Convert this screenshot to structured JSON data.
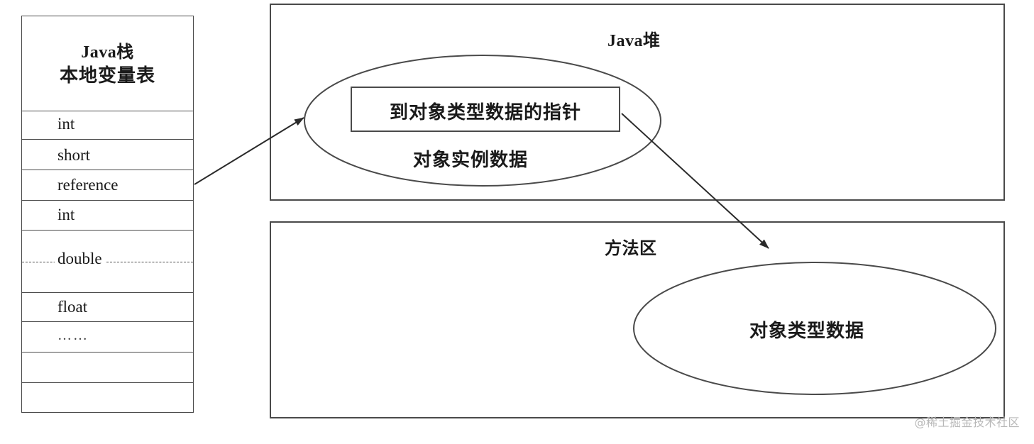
{
  "java_stack": {
    "title_line1": "Java栈",
    "title_line2": "本地变量表",
    "slots": [
      {
        "label": "int"
      },
      {
        "label": "short"
      },
      {
        "label": "reference"
      },
      {
        "label": "int"
      },
      {
        "label": "double",
        "spans_two_slots": true,
        "dashed_divider": true
      },
      {
        "label": "float"
      },
      {
        "label": "……"
      },
      {
        "label": ""
      },
      {
        "label": ""
      }
    ]
  },
  "java_heap": {
    "title": "Java堆",
    "object_instance": {
      "pointer_box_label": "到对象类型数据的指针",
      "instance_label": "对象实例数据"
    }
  },
  "method_area": {
    "title": "方法区",
    "type_data_label": "对象类型数据"
  },
  "arrows": [
    {
      "from": "reference",
      "to": "对象实例数据"
    },
    {
      "from": "到对象类型数据的指针",
      "to": "对象类型数据"
    }
  ],
  "colors": {
    "stroke": "#4a4a4a",
    "text": "#1a1a1a",
    "watermark": "#b8b8b8",
    "background": "#ffffff"
  },
  "watermark": "@稀土掘金技术社区"
}
